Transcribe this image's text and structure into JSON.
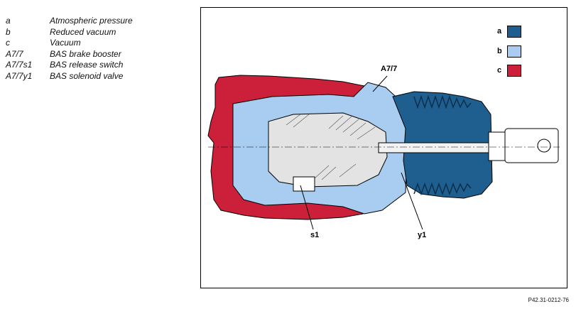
{
  "legend": {
    "items": [
      {
        "code": "a",
        "desc": "Atmospheric pressure"
      },
      {
        "code": "b",
        "desc": "Reduced vacuum"
      },
      {
        "code": "c",
        "desc": "Vacuum"
      },
      {
        "code": "A7/7",
        "desc": "BAS brake booster"
      },
      {
        "code": "A7/7s1",
        "desc": "BAS release switch"
      },
      {
        "code": "A7/7y1",
        "desc": "BAS solenoid valve"
      }
    ]
  },
  "figure": {
    "swatches": [
      {
        "label": "a",
        "color": "#1f5f8f"
      },
      {
        "label": "b",
        "color": "#a9cdf0"
      },
      {
        "label": "c",
        "color": "#cc1f3a"
      }
    ],
    "callouts": {
      "booster": "A7/7",
      "switch": "s1",
      "valve": "y1"
    },
    "id": "P42.31-0212-76"
  },
  "colors": {
    "atmospheric": "#1f5f8f",
    "reduced_vacuum": "#a9cdf0",
    "vacuum": "#cc1f3a",
    "metal": "#d9d9d9"
  }
}
